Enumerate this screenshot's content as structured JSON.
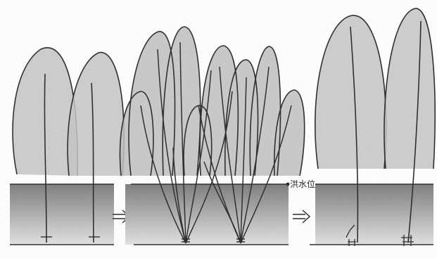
{
  "flood_level_label": "洪水位",
  "colors": {
    "water_dark": "#8f8f8f",
    "water_light": "#c9c9c9",
    "crown_fill": "#bdbdbd",
    "line": "#2a2a2a",
    "paper": "#ffffff"
  },
  "icons": {
    "transition_arrow": "double-arrow-right-icon"
  },
  "panels": [
    {
      "name": "before",
      "stage": 1
    },
    {
      "name": "during-flood",
      "stage": 2
    },
    {
      "name": "after",
      "stage": 3
    }
  ]
}
